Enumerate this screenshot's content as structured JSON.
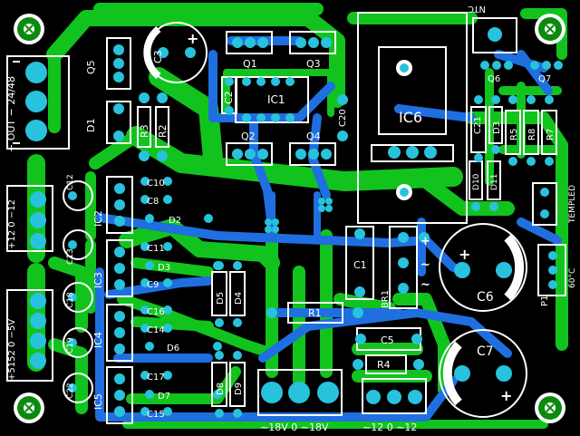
{
  "colors": {
    "background": "#000000",
    "top_copper": "#12c31e",
    "bottom_copper": "#1f6fe0",
    "pad": "#28c2dc",
    "silk": "#ffffff",
    "mount_hole": "#0b8a10"
  },
  "components": {
    "q5": "Q5",
    "d1": "D1",
    "c3": "C3",
    "q1": "Q1",
    "q3": "Q3",
    "c2": "C2",
    "ic1": "IC1",
    "q2": "Q2",
    "q4": "Q4",
    "r3": "R3",
    "r2": "R2",
    "c20": "C20",
    "ic6": "IC6",
    "ntc": "NTC",
    "q6": "Q6",
    "q7": "Q7",
    "c21": "C21",
    "d3": "D3",
    "r5": "R5",
    "r8": "R8",
    "r7": "R7",
    "d10": "D10",
    "d11": "D11",
    "templed": "TEMPLED",
    "p1": "P1",
    "temp": "60°C",
    "c12": "C12",
    "ic2": "IC2",
    "c10": "C10",
    "c8": "C8",
    "d2": "D2",
    "c13": "C13",
    "ic3": "IC3",
    "c11": "C11",
    "d3b": "D3",
    "c9": "C9",
    "c18": "C18",
    "c19": "C19",
    "ic4": "IC4",
    "c16": "C16",
    "c14": "C14",
    "d6": "D6",
    "c22": "C22",
    "ic5": "IC5",
    "c17": "C17",
    "d7": "D7",
    "c15": "C15",
    "d5": "D5",
    "d4": "D4",
    "d8": "D8",
    "d9": "D9",
    "c1": "C1",
    "br1": "BR1",
    "r1": "R1",
    "c5": "C5",
    "r4": "R4",
    "c6": "C6",
    "c7": "C7"
  },
  "connectors": {
    "out_label": "+ OUT − 24/48",
    "pm12_label": "+12 0 −12",
    "multi_label": "+5152 0 −5V",
    "ac18_label": "~18V   0   ~18V",
    "ac12_label": "~12   0   ~12"
  },
  "signs": {
    "plus": "+",
    "minus": "−",
    "tilde": "~"
  }
}
